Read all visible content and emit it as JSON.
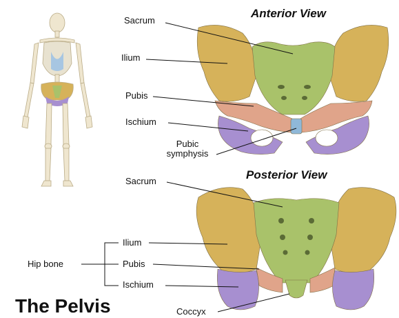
{
  "title": "The Pelvis",
  "anterior": {
    "heading": "Anterior View",
    "labels": {
      "sacrum": "Sacrum",
      "ilium": "Ilium",
      "pubis": "Pubis",
      "ischium": "Ischium",
      "pubic_symphysis_line1": "Pubic",
      "pubic_symphysis_line2": "symphysis"
    }
  },
  "posterior": {
    "heading": "Posterior View",
    "labels": {
      "sacrum": "Sacrum",
      "ilium": "Ilium",
      "pubis": "Pubis",
      "ischium": "Ischium",
      "coccyx": "Coccyx"
    },
    "group_label": "Hip bone"
  },
  "colors": {
    "ilium": "#d6b25a",
    "sacrum": "#a9c26a",
    "pubis": "#e0a48a",
    "ischium": "#a78fd0",
    "symphysis": "#8fb8d8",
    "skeleton": "#efe6cf"
  }
}
